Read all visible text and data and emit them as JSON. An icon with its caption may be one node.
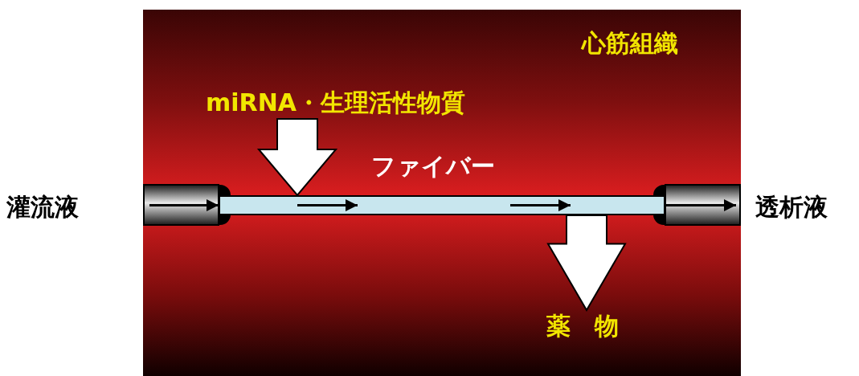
{
  "diagram": {
    "nodes": [
      {
        "text": [
          "心筋組織"
        ]
      },
      {
        "text": [
          "灌流液"
        ]
      },
      {
        "text": [
          "透析液"
        ]
      },
      {
        "text": [
          "ファイバー"
        ],
        "in": 0
      },
      {
        "text": [
          "miRNA・生理活性物質"
        ],
        "in": 0
      },
      {
        "text": [
          "薬　物"
        ],
        "in": 0
      },
      {
        "text": [],
        "shape": "cylinder",
        "in": 0
      },
      {
        "text": [],
        "shape": "cylinder",
        "in": 0
      }
    ],
    "edges": [
      {
        "from": 4,
        "to": 3,
        "arrow": "to",
        "style": "thick"
      },
      {
        "from": 3,
        "to": 5,
        "arrow": "to",
        "style": "thick"
      },
      {
        "from": 6,
        "to": 3,
        "arrow": "to"
      },
      {
        "from": 3,
        "to": 7,
        "arrow": "to"
      }
    ]
  }
}
